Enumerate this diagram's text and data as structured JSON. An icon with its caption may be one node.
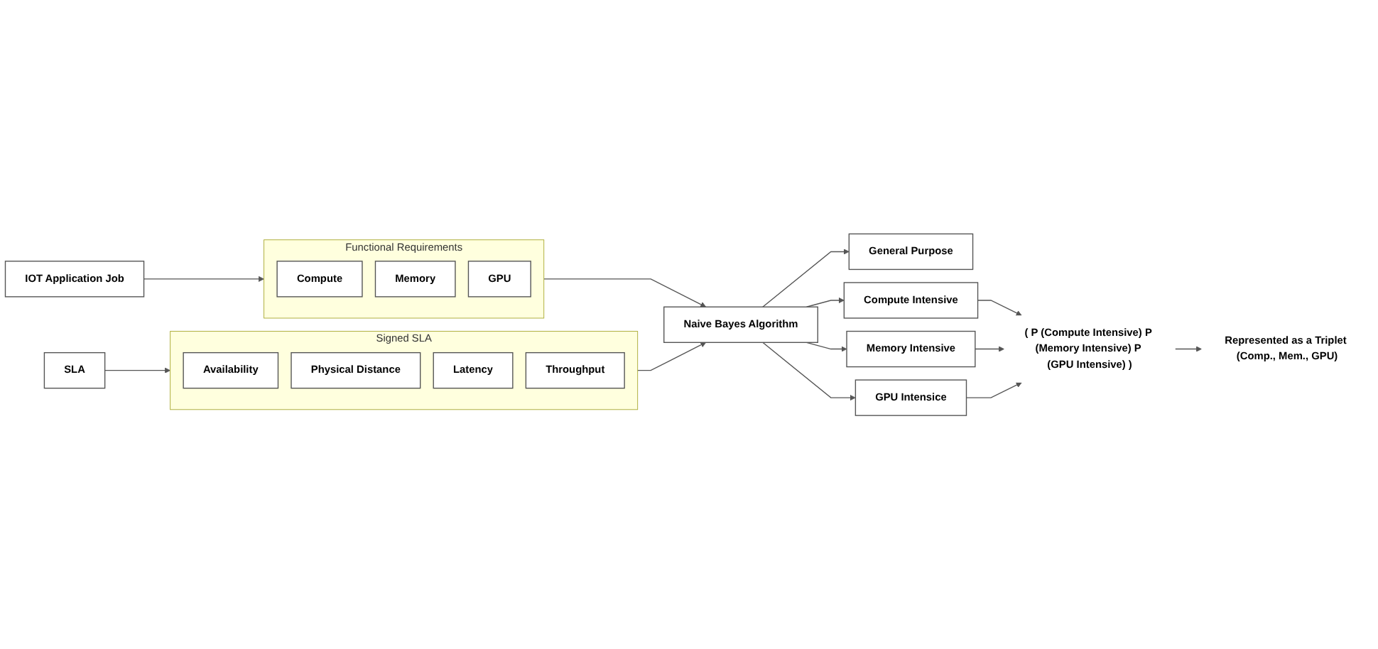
{
  "diagram": {
    "nodes": [
      {
        "text": [
          "IOT Application Job"
        ]
      },
      {
        "text": [
          "Functional Requirements"
        ]
      },
      {
        "text": [
          "Compute"
        ],
        "in": 1
      },
      {
        "text": [
          "Memory"
        ],
        "in": 1
      },
      {
        "text": [
          "GPU"
        ],
        "in": 1
      },
      {
        "text": [
          "SLA"
        ]
      },
      {
        "text": [
          "Signed SLA"
        ]
      },
      {
        "text": [
          "Availability"
        ],
        "in": 6
      },
      {
        "text": [
          "Physical Distance"
        ],
        "in": 6
      },
      {
        "text": [
          "Latency"
        ],
        "in": 6
      },
      {
        "text": [
          "Throughput"
        ],
        "in": 6
      },
      {
        "text": [
          "Naive Bayes Algorithm"
        ]
      },
      {
        "text": [
          "General Purpose"
        ]
      },
      {
        "text": [
          "Compute Intensive"
        ]
      },
      {
        "text": [
          "Memory Intensive"
        ]
      },
      {
        "text": [
          "GPU Intensice"
        ]
      },
      {
        "text": [
          "( P (Compute Intensive) P (Memory Intensive) P (GPU Intensive) )"
        ]
      },
      {
        "text": [
          "Represented as a Triplet (Comp., Mem., GPU)"
        ]
      }
    ],
    "edges": [
      {
        "from": 0,
        "to": 1,
        "arrow": "to"
      },
      {
        "from": 5,
        "to": 6,
        "arrow": "to"
      },
      {
        "from": 1,
        "to": 11,
        "arrow": "to"
      },
      {
        "from": 6,
        "to": 11,
        "arrow": "to"
      },
      {
        "from": 11,
        "to": 12,
        "arrow": "to"
      },
      {
        "from": 11,
        "to": 13,
        "arrow": "to"
      },
      {
        "from": 11,
        "to": 14,
        "arrow": "to"
      },
      {
        "from": 11,
        "to": 15,
        "arrow": "to"
      },
      {
        "from": 13,
        "to": 16,
        "arrow": "to"
      },
      {
        "from": 14,
        "to": 16,
        "arrow": "to"
      },
      {
        "from": 15,
        "to": 16,
        "arrow": "to"
      },
      {
        "from": 16,
        "to": 17,
        "arrow": "to"
      }
    ]
  }
}
